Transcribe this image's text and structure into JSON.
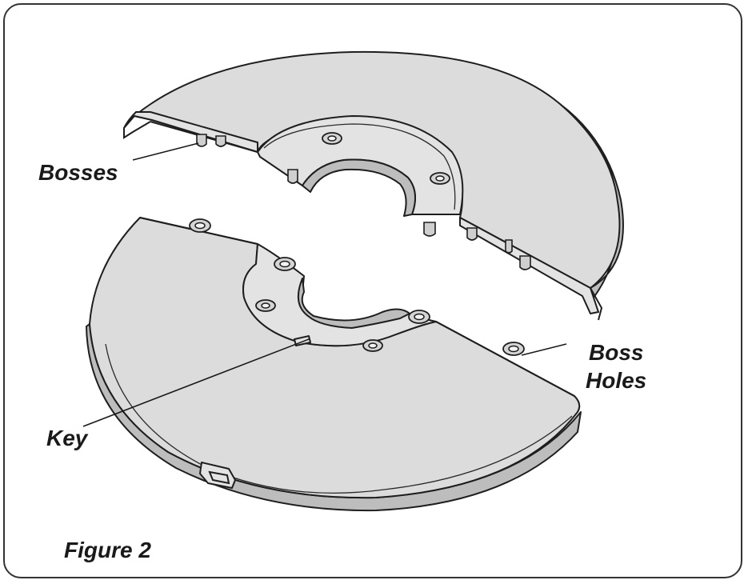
{
  "labels": {
    "bosses": "Bosses",
    "boss_holes_line1": "Boss",
    "boss_holes_line2": "Holes",
    "key": "Key",
    "figure": "Figure 2"
  },
  "colors": {
    "part_fill": "#dcdcdc",
    "outline": "#1e1e1e",
    "frame": "#333333"
  }
}
